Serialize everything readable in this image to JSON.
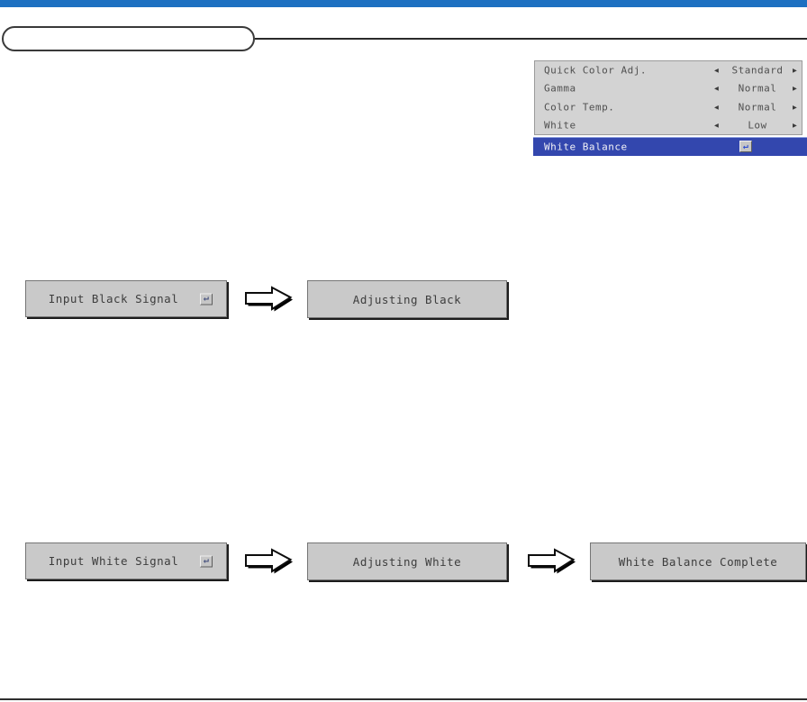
{
  "colors": {
    "top_bar": "#1d70c1",
    "osd_background": "#d3d3d3",
    "osd_highlight": "#3347ae",
    "process_box": "#c9c9c9"
  },
  "title_pill": {
    "label": ""
  },
  "osd_menu": {
    "rows": [
      {
        "label": "Quick Color Adj.",
        "value": "Standard"
      },
      {
        "label": "Gamma",
        "value": "Normal"
      },
      {
        "label": "Color Temp.",
        "value": "Normal"
      },
      {
        "label": "White",
        "value": "Low"
      }
    ],
    "selected": {
      "label": "White Balance"
    }
  },
  "icons": {
    "left_arrow": "◀",
    "right_arrow": "▶",
    "enter": "↵"
  },
  "black_adjust_flow": {
    "input_button": "Input Black Signal",
    "result_box": "Adjusting Black"
  },
  "white_adjust_flow": {
    "input_button": "Input White Signal",
    "progress_box": "Adjusting White",
    "complete_box": "White Balance Complete"
  }
}
